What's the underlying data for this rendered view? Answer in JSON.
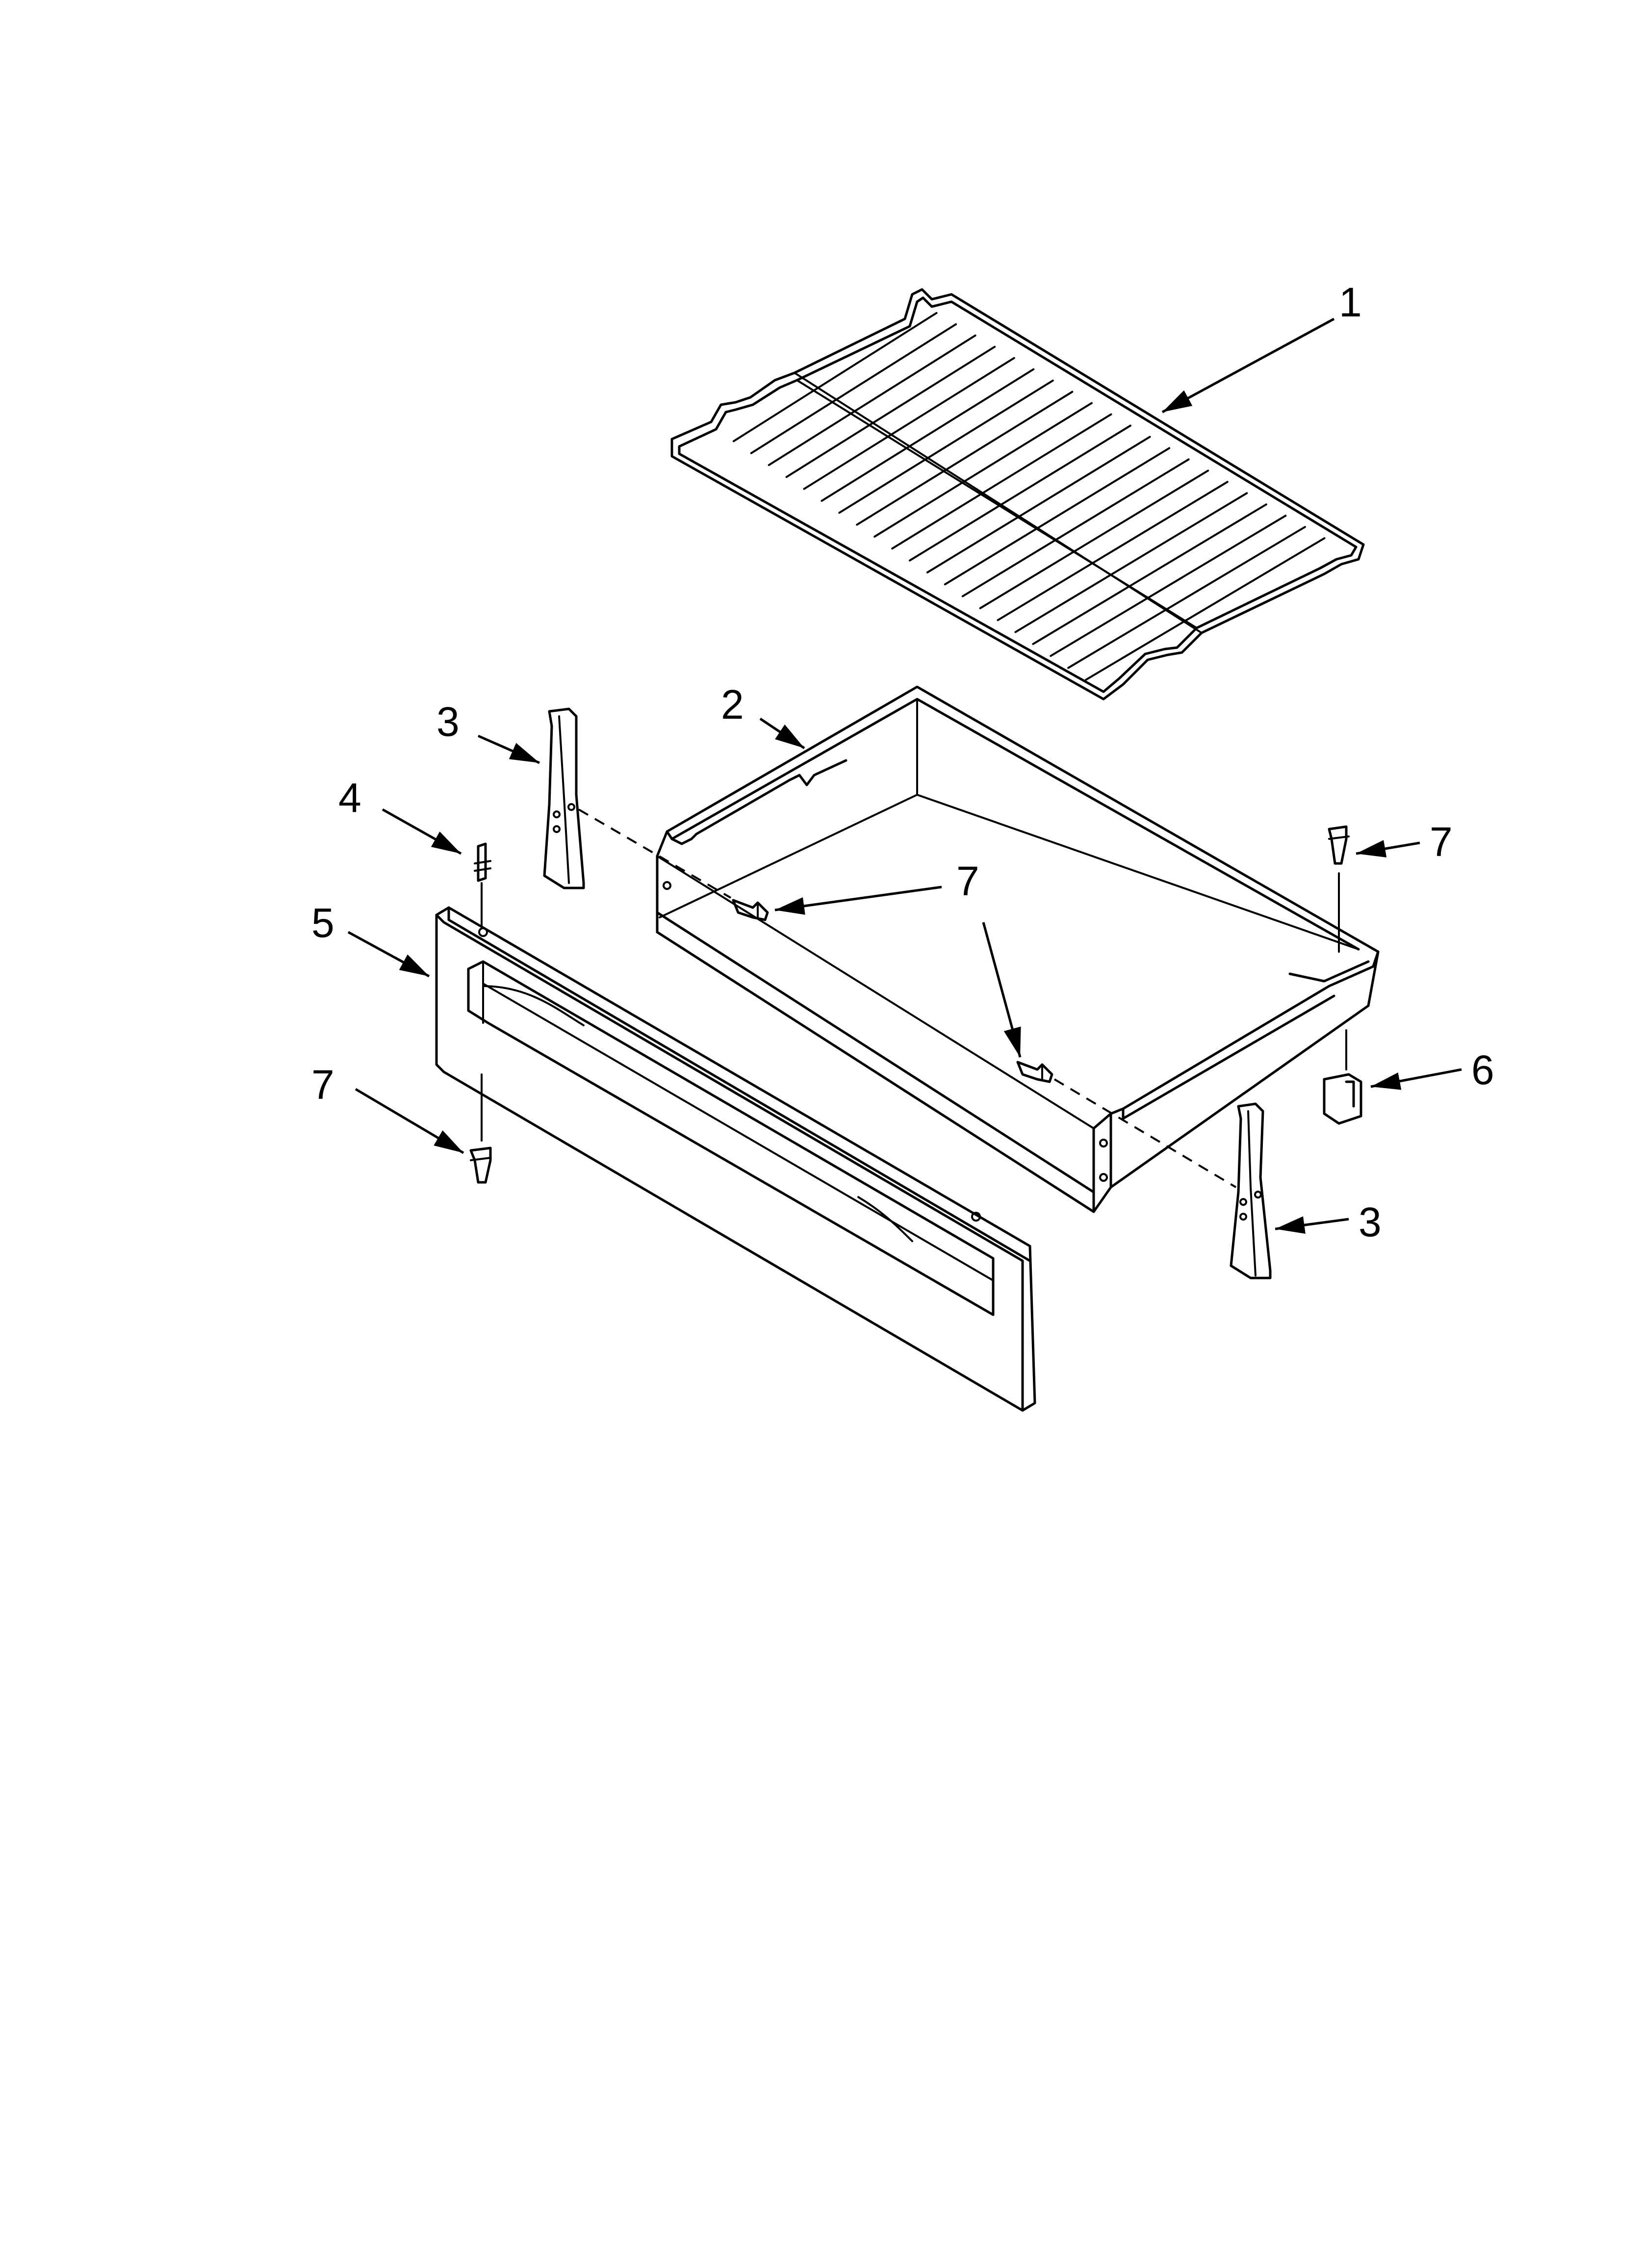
{
  "callouts": [
    {
      "id": "callout-1",
      "label": "1"
    },
    {
      "id": "callout-2",
      "label": "2"
    },
    {
      "id": "callout-3a",
      "label": "3"
    },
    {
      "id": "callout-3b",
      "label": "3"
    },
    {
      "id": "callout-4",
      "label": "4"
    },
    {
      "id": "callout-5",
      "label": "5"
    },
    {
      "id": "callout-6",
      "label": "6"
    },
    {
      "id": "callout-7a",
      "label": "7"
    },
    {
      "id": "callout-7b",
      "label": "7"
    },
    {
      "id": "callout-7c",
      "label": "7"
    }
  ]
}
